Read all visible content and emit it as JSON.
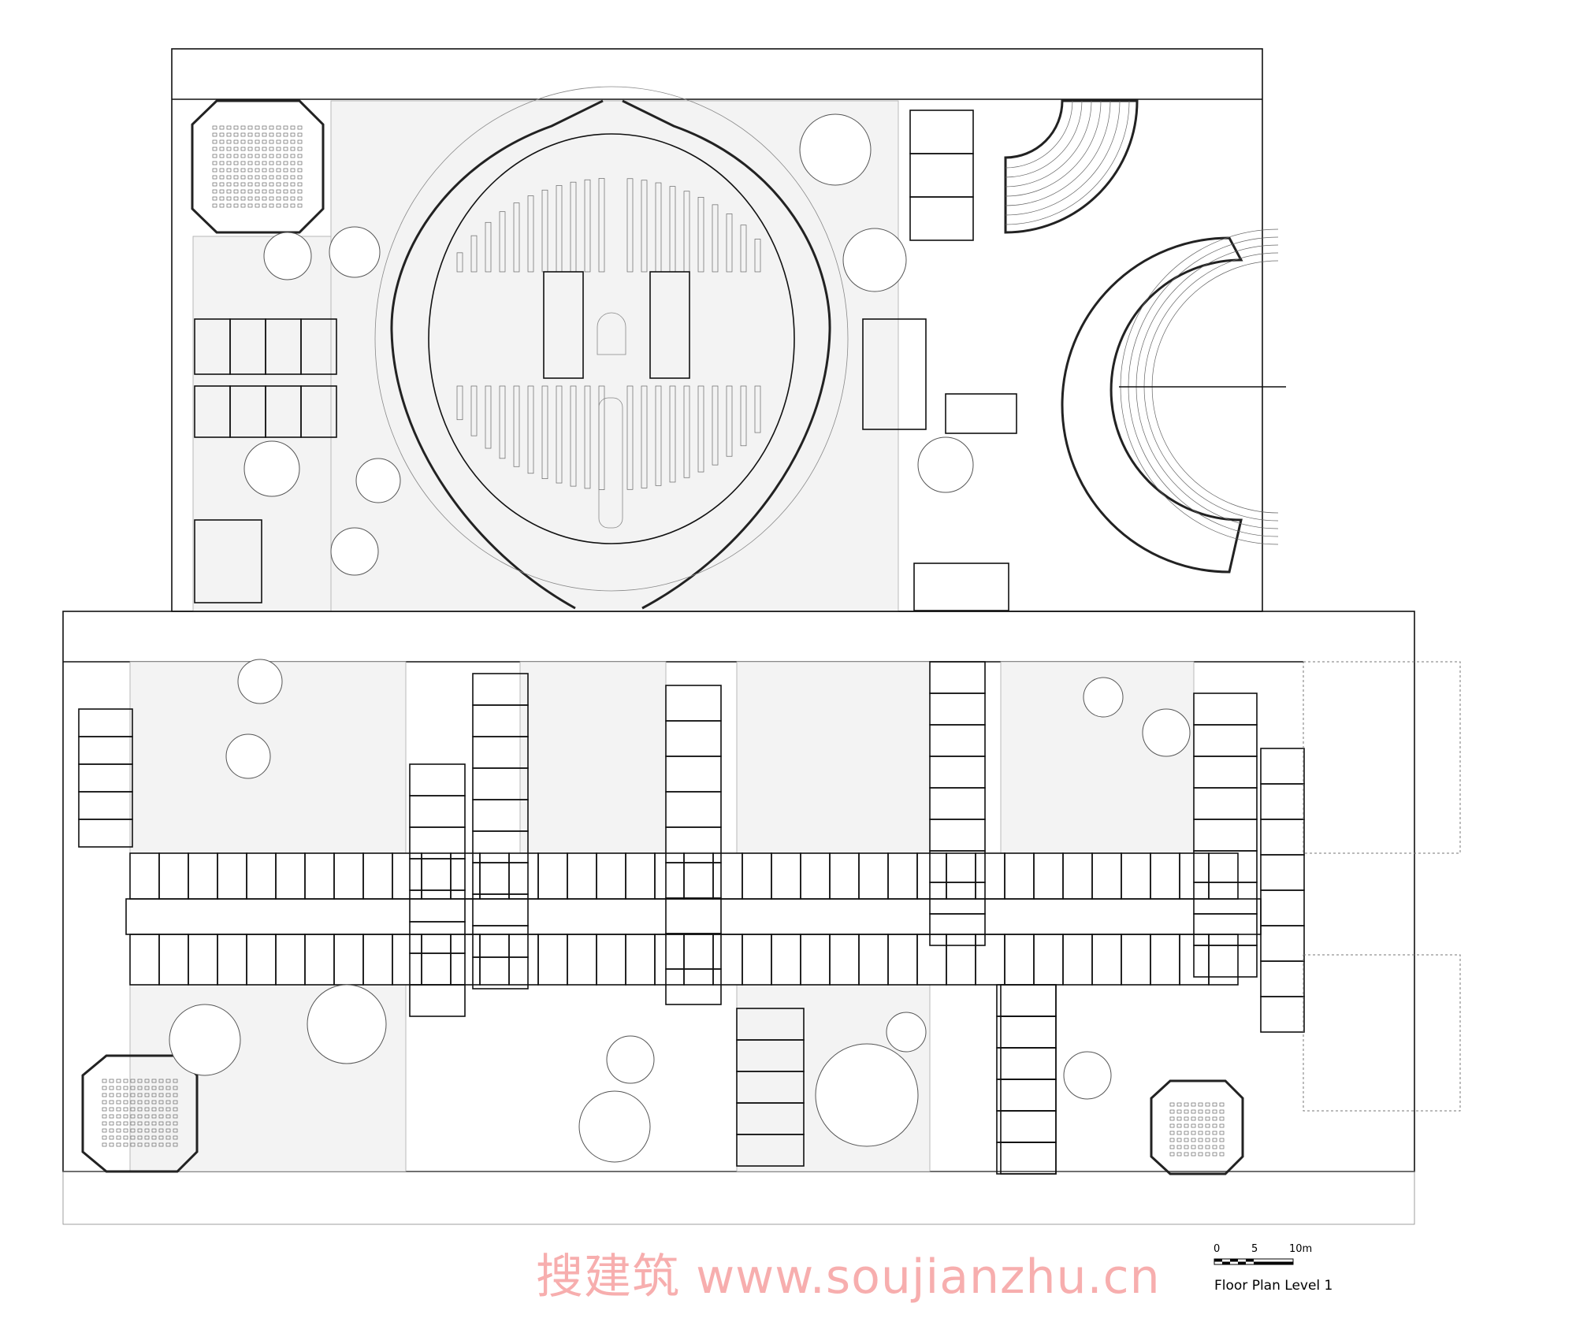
{
  "drawing": {
    "title": "Floor Plan  Level 1",
    "scale_bar": {
      "labels": [
        "0",
        "5",
        "10m"
      ]
    }
  },
  "watermark": "搜建筑 www.soujianzhu.cn",
  "colors": {
    "lines": "#111111",
    "courtyard": "#f3f3f3",
    "watermark": "#f27878"
  }
}
